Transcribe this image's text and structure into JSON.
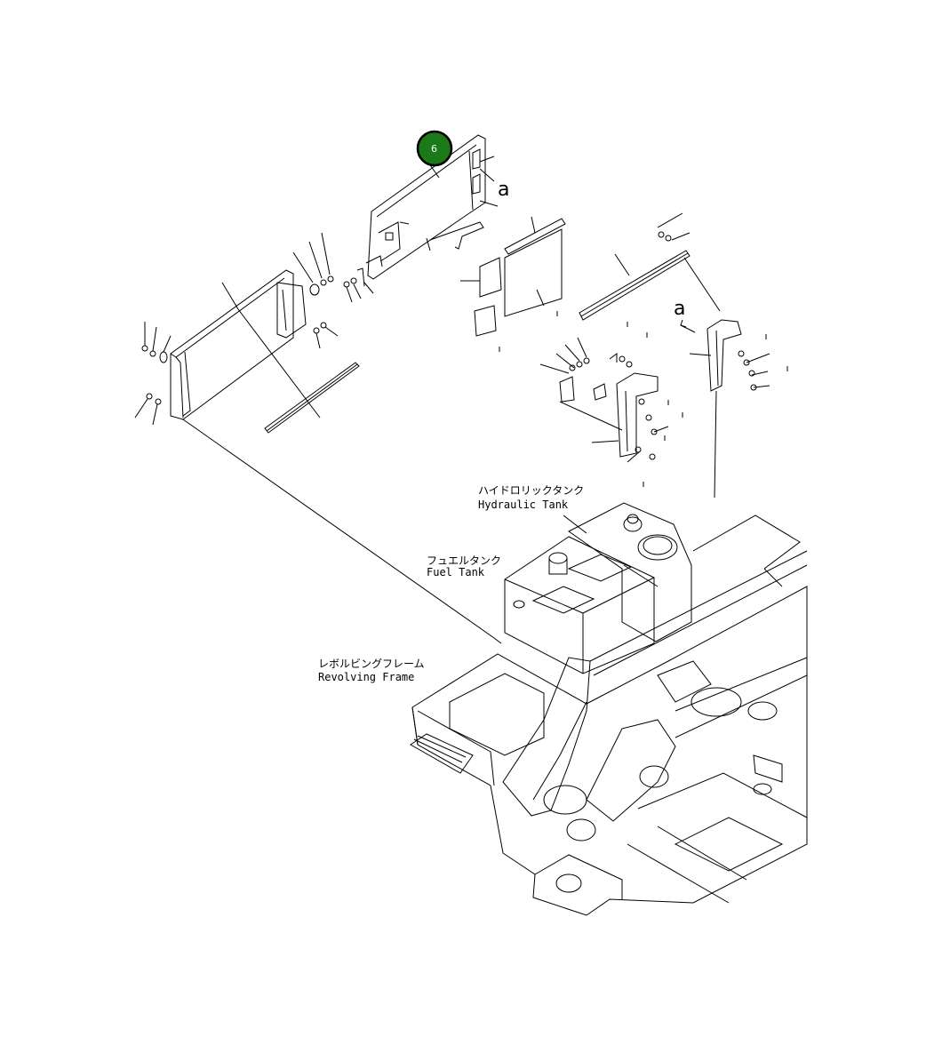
{
  "labels": {
    "hydraulic_tank_ja": "ハイドロリックタンク",
    "hydraulic_tank_en": "Hydraulic Tank",
    "fuel_tank_ja": "フュエルタンク",
    "fuel_tank_en": "Fuel Tank",
    "revolving_frame_ja": "レボルビングフレーム",
    "revolving_frame_en": "Revolving Frame",
    "view_letter_1": "a",
    "view_letter_2": "a"
  },
  "callout": {
    "number": "6",
    "color": "#1a7a1a",
    "ring_color": "#000000"
  }
}
